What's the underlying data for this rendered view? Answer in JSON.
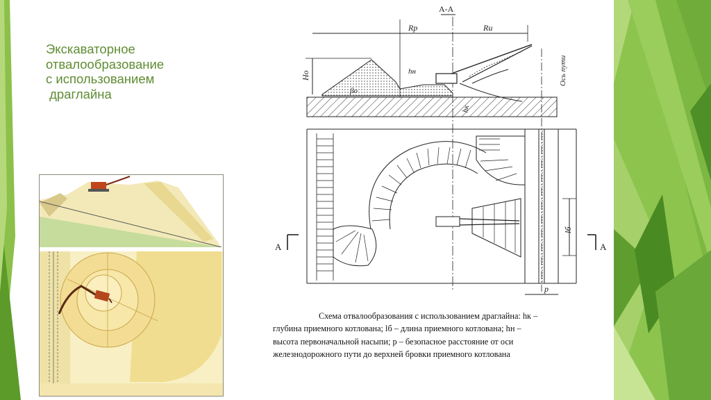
{
  "slide": {
    "title_lines": [
      "Экскаваторное",
      "отвалообразование",
      "с использованием",
      " драглайна"
    ],
    "colors": {
      "title": "#5f8c33",
      "accent_green": "#6aa437",
      "dark_green": "#3f7a1c",
      "light_green": "#a9cf6c"
    }
  },
  "drawing": {
    "section_label": "А-А",
    "labels": {
      "rp": "Rр",
      "ru": "Rи",
      "ho": "Hо",
      "hn": "hн",
      "hk": "hк",
      "beta": "βо",
      "axis": "Ось пути",
      "lb": "lб",
      "a_left": "А",
      "a_right": "А",
      "p": "р"
    }
  },
  "caption": {
    "prefix": "Схема отвалообразования с использованием драглайна:",
    "lines": [
      "Схема отвалообразования с использованием драглайна: hк –",
      "глубина приемного котлована; lб – длина приемного котлована; hн –",
      "высота первоначальной насыпи; р – безопасное расстояние от оси",
      "железнодорожного пути до верхней бровки приемного котлована"
    ]
  }
}
